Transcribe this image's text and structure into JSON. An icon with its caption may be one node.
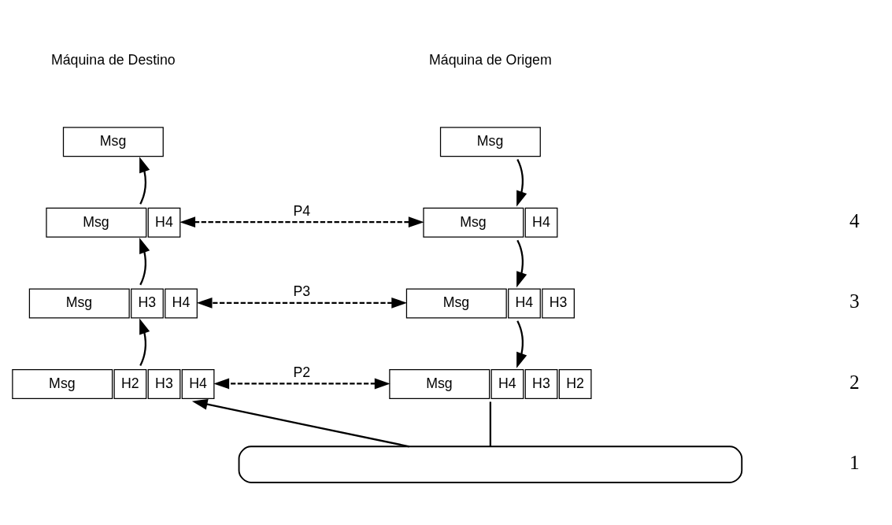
{
  "diagram": {
    "nodes": [
      {
        "text": [
          "Msg"
        ]
      },
      {
        "text": [
          "Msg",
          "H4"
        ]
      },
      {
        "text": [
          "Msg",
          "H4",
          "H3"
        ]
      },
      {
        "text": [
          "Msg",
          "H4",
          "H3",
          "H2"
        ]
      },
      {
        "text": [
          "Msg"
        ]
      },
      {
        "text": [
          "Msg",
          "H4"
        ]
      },
      {
        "text": [
          "Msg",
          "H3",
          "H4"
        ]
      },
      {
        "text": [
          "Msg",
          "H2",
          "H3",
          "H4"
        ]
      },
      {
        "text": [],
        "shape": "box"
      }
    ],
    "edges": [
      {
        "from": 0,
        "to": 1,
        "arrow": "to"
      },
      {
        "from": 1,
        "to": 2,
        "arrow": "to"
      },
      {
        "from": 2,
        "to": 3,
        "arrow": "to"
      },
      {
        "from": 3,
        "to": 8,
        "arrow": "none"
      },
      {
        "from": 8,
        "to": 7,
        "arrow": "to"
      },
      {
        "from": 7,
        "to": 6,
        "arrow": "to"
      },
      {
        "from": 6,
        "to": 5,
        "arrow": "to"
      },
      {
        "from": 5,
        "to": 4,
        "arrow": "to"
      },
      {
        "from": 1,
        "to": 5,
        "arrow": "both",
        "label": "P4",
        "style": "dashed"
      },
      {
        "from": 2,
        "to": 6,
        "arrow": "both",
        "label": "P3",
        "style": "dashed"
      },
      {
        "from": 3,
        "to": 7,
        "arrow": "both",
        "label": "P2",
        "style": "dashed"
      }
    ],
    "labels": [
      "Máquina de Origem",
      "Máquina de Destino",
      "4",
      "3",
      "2",
      "1"
    ]
  }
}
